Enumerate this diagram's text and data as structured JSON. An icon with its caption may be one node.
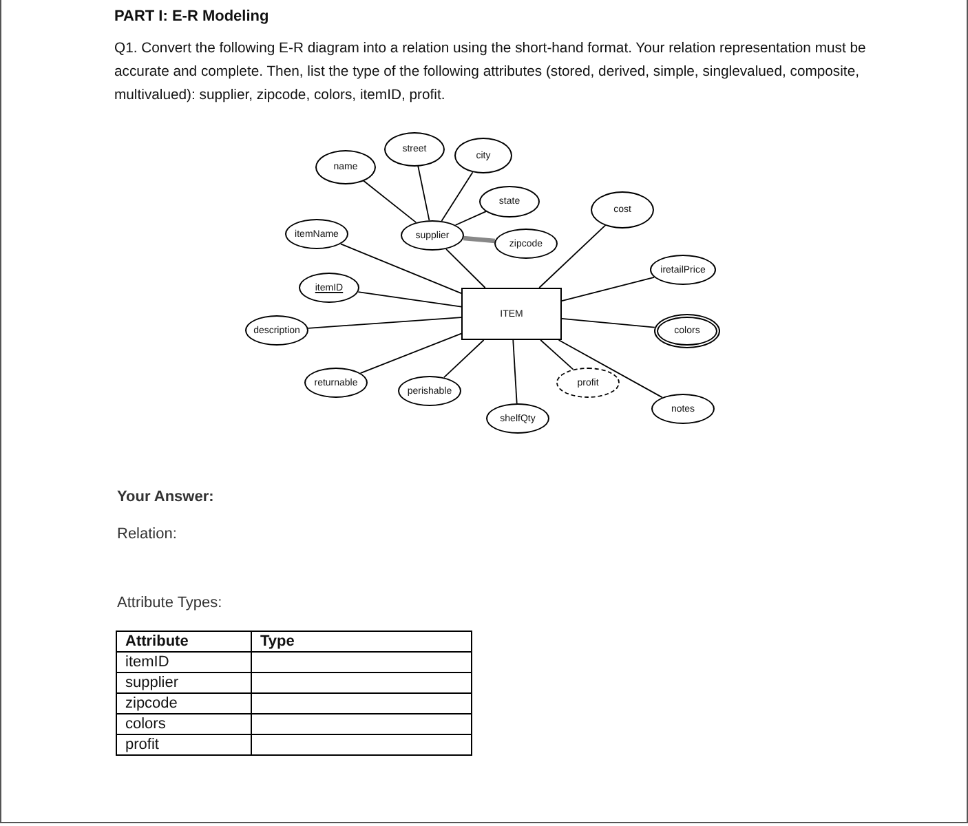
{
  "diagram": {
    "title": "PART I: E-R Modeling",
    "nodes": [
      {
        "text": [
          "street"
        ]
      },
      {
        "text": [
          "city"
        ]
      },
      {
        "text": [
          "name"
        ]
      },
      {
        "text": [
          "state"
        ]
      },
      {
        "text": [
          "cost"
        ]
      },
      {
        "text": [
          "itemName"
        ]
      },
      {
        "text": [
          "supplier"
        ]
      },
      {
        "text": [
          "zipcode"
        ]
      },
      {
        "text": [
          "iretailPrice"
        ]
      },
      {
        "text": [
          "itemID"
        ]
      },
      {
        "text": [
          "ITEM"
        ]
      },
      {
        "text": [
          "description"
        ]
      },
      {
        "text": [
          "colors"
        ]
      },
      {
        "text": [
          "profit"
        ]
      },
      {
        "text": [
          "returnable"
        ]
      },
      {
        "text": [
          "perishable"
        ]
      },
      {
        "text": [
          "notes"
        ]
      },
      {
        "text": [
          "shelfQty"
        ]
      }
    ],
    "edges": [
      {
        "from": 6,
        "to": 10,
        "arrow": "none"
      },
      {
        "from": 2,
        "to": 6,
        "arrow": "none"
      },
      {
        "from": 0,
        "to": 6,
        "arrow": "none"
      },
      {
        "from": 1,
        "to": 6,
        "arrow": "none"
      },
      {
        "from": 3,
        "to": 6,
        "arrow": "none"
      },
      {
        "from": 6,
        "to": 7,
        "arrow": "none",
        "style": "thick",
        "color": "#888888"
      },
      {
        "from": 5,
        "to": 10,
        "arrow": "none"
      },
      {
        "from": 9,
        "to": 10,
        "arrow": "none"
      },
      {
        "from": 11,
        "to": 10,
        "arrow": "none"
      },
      {
        "from": 14,
        "to": 10,
        "arrow": "none"
      },
      {
        "from": 15,
        "to": 10,
        "arrow": "none"
      },
      {
        "from": 17,
        "to": 10,
        "arrow": "none"
      },
      {
        "from": 13,
        "to": 10,
        "arrow": "none"
      },
      {
        "from": 16,
        "to": 10,
        "arrow": "none"
      },
      {
        "from": 12,
        "to": 10,
        "arrow": "none"
      },
      {
        "from": 8,
        "to": 10,
        "arrow": "none"
      },
      {
        "from": 4,
        "to": 10,
        "arrow": "none"
      }
    ],
    "labels": [
      "Q1. Convert the following E-R diagram into a relation using the short-hand format. Your relation representation must be accurate and complete. Then, list the type of the following attributes (stored, derived, simple, singlevalued, composite, multivalued): supplier, zipcode, colors, itemID, profit.",
      "Your Answer:",
      "Relation:",
      "Attribute Types:",
      "Attribute",
      "Type",
      "itemID",
      "supplier",
      "zipcode",
      "colors",
      "profit"
    ]
  }
}
